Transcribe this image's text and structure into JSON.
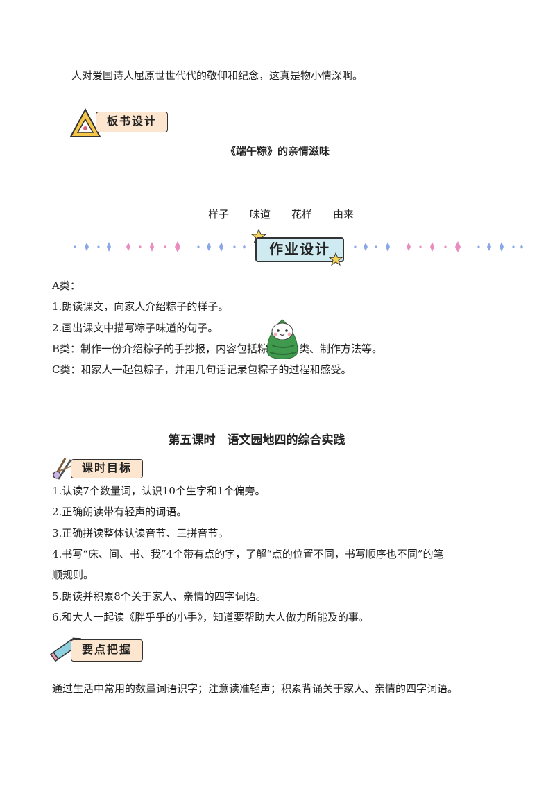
{
  "intro_line": "人对爱国诗人屈原世世代代的敬仰和纪念，这真是物小情深啊。",
  "board_design": {
    "label": "板书设计",
    "title": "《端午粽》的亲情滋味",
    "keywords": [
      "样子",
      "味道",
      "花样",
      "由来"
    ]
  },
  "homework": {
    "banner": "作业设计",
    "lines": [
      "A类：",
      "1.朗读课文，向家人介绍粽子的样子。",
      "2.画出课文中描写粽子味道的句子。",
      "B类：制作一份介绍粽子的手抄报，内容包括粽子的种类、制作方法等。",
      "C类：和家人一起包粽子，并用几句话记录包粽子的过程和感受。"
    ]
  },
  "lesson5": {
    "title": "第五课时　语文园地四的综合实践",
    "goals_label": "课时目标",
    "goals": [
      "1.认读7个数量词，认识10个生字和1个偏旁。",
      "2.正确朗读带有轻声的词语。",
      "3.正确拼读整体认读音节、三拼音节。",
      "4.书写“床、间、书、我”4个带有点的字，了解“点的位置不同，书写顺序也不同”的笔",
      "顺规则。",
      "5.朗读并积累8个关于家人、亲情的四字词语。",
      "6.和大人一起读《胖乎乎的小手》，知道要帮助大人做力所能及的事。"
    ],
    "key_points_label": "要点把握",
    "key_points": "通过生活中常用的数量词语识字；注意读准轻声；积累背诵关于家人、亲情的四字词语。"
  },
  "colors": {
    "label_bg": "#fde6cf",
    "banner_bg": "#cfeaf0",
    "zongzi_green": "#3f9a4e",
    "sparkle_blue": "#8aa8e8",
    "sparkle_pink": "#e98cc0"
  }
}
